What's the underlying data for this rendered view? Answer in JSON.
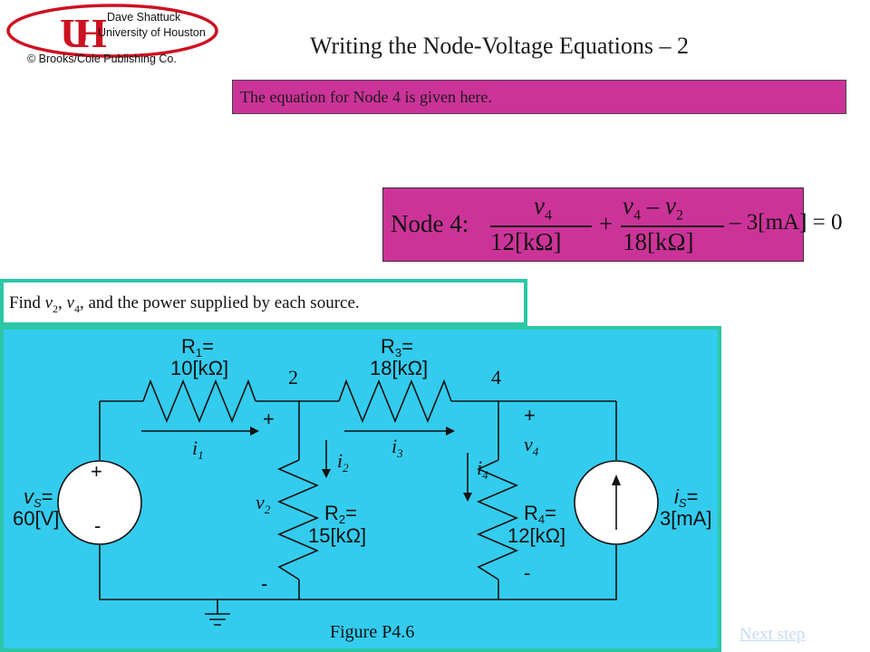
{
  "logo": {
    "line1": "Dave Shattuck",
    "line2": "University of Houston",
    "line3": "© Brooks/Cole Publishing Co."
  },
  "title": "Writing the Node-Voltage Equations – 2",
  "note": "The equation for Node 4 is given here.",
  "equation": {
    "node": "Node 4:",
    "num1": "v",
    "num1_sub": "4",
    "den1": "12[kΩ]",
    "num2": "v",
    "num2_sub": "4",
    "num2b": "– v",
    "num2b_sub": "2",
    "den2": "18[kΩ]",
    "plus": "+",
    "rest": "– 3[mA] = 0"
  },
  "find": {
    "p1": "Find ",
    "v": "v",
    "s2": "2",
    "p2": ", ",
    "s4": "4",
    "p3": ", and the power supplied by each source."
  },
  "circuit": {
    "r1_name": "R",
    "r1_sub": "1",
    "r1_eq": "=",
    "r1_value": "10[kΩ]",
    "r3_name": "R",
    "r3_sub": "3",
    "r3_eq": "=",
    "r3_value": "18[kΩ]",
    "r2_name": "R",
    "r2_sub": "2",
    "r2_eq": "=",
    "r2_value": "15[kΩ]",
    "r4_name": "R",
    "r4_sub": "4",
    "r4_eq": "=",
    "r4_value": "12[kΩ]",
    "node2": "2",
    "node4": "4",
    "vs_name": "v",
    "vs_sub": "S",
    "vs_eq": "=",
    "vs_value": "60[V]",
    "is_name": "i",
    "is_sub": "S",
    "is_eq": "=",
    "is_value": "3[mA]",
    "i": "i",
    "i1": "1",
    "i2": "2",
    "i3": "3",
    "i4": "4",
    "v": "v",
    "v2": "2",
    "v4": "4",
    "plus": "+",
    "minus": "-",
    "figure": "Figure P4.6"
  },
  "next_link": "Next step",
  "colors": {
    "note_bg": "#cc3399",
    "diagram_bg": "#33ccee",
    "border_teal": "#2cc7a6",
    "logo_red": "#cc1122"
  }
}
